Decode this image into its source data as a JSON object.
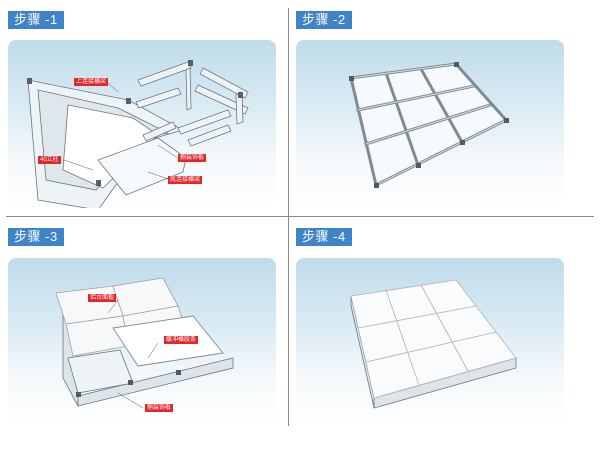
{
  "steps": [
    {
      "label": "步骤 -1",
      "annotations": [
        "上连接横梁",
        "40立柱",
        "侧装饰板",
        "底连接横梁"
      ]
    },
    {
      "label": "步骤 -2"
    },
    {
      "label": "步骤 -3",
      "annotations": [
        "铝台面板",
        "缓冲橡胶条",
        "侧装饰板"
      ]
    },
    {
      "label": "步骤 -4"
    }
  ],
  "colors": {
    "step_label_bg": "#3f83c9",
    "annotation_bg": "#e2262a",
    "panel_top": "#bfdbeb",
    "divider": "#8a8a8a"
  }
}
